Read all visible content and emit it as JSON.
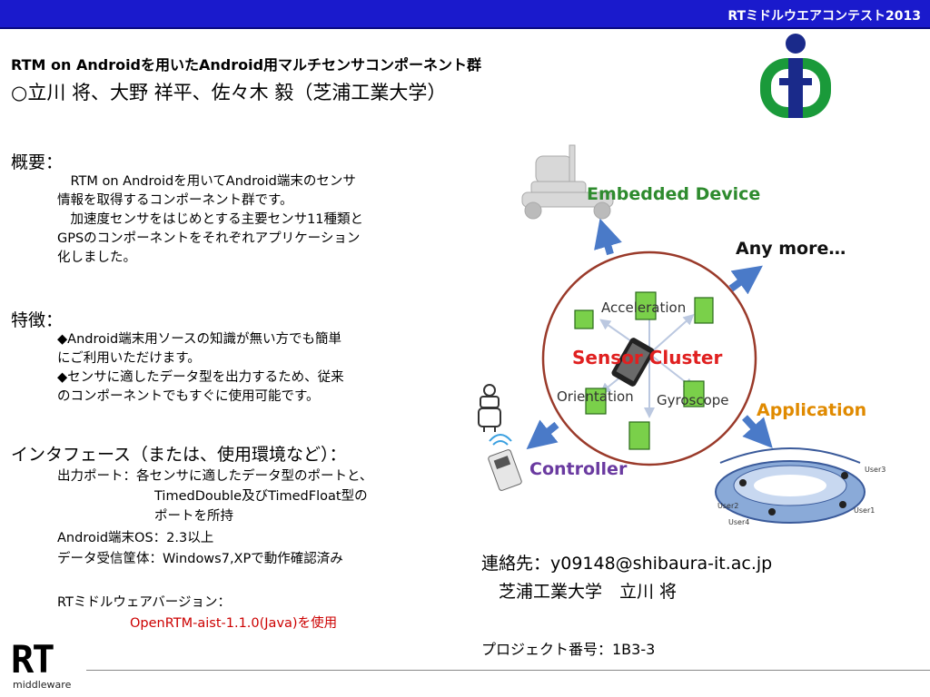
{
  "header": {
    "contest": "RTミドルウエアコンテスト2013"
  },
  "title": "RTM on Androidを用いたAndroid用マルチセンサコンポーネント群",
  "authors": "○立川 将、大野 祥平、佐々木 毅（芝浦工業大学）",
  "overview": {
    "heading": "概要：",
    "lines": [
      "　RTM on Androidを用いてAndroid端末のセンサ",
      "情報を取得するコンポーネント群です。",
      "　加速度センサをはじめとする主要センサ11種類と",
      "GPSのコンポーネントをそれぞれアプリケーション",
      "化しました。"
    ]
  },
  "features": {
    "heading": "特徴：",
    "lines": [
      "◆Android端末用ソースの知識が無い方でも簡単",
      "にご利用いただけます。",
      "◆センサに適したデータ型を出力するため、従来",
      "のコンポーネントでもすぐに使用可能です。"
    ]
  },
  "interface": {
    "heading": "インタフェース（または、使用環境など）：",
    "ports_line1": "出力ポート：各センサに適したデータ型のポートと、",
    "ports_line2": "TimedDouble及びTimedFloat型の",
    "ports_line3": "ポートを所持",
    "os": "Android端末OS：2.3以上",
    "verified": "データ受信筐体：Windows7,XPで動作確認済み",
    "version_label": "RTミドルウェアバージョン：",
    "version_value": "OpenRTM-aist-1.1.0(Java)を使用"
  },
  "diagram": {
    "center": "Sensor Cluster",
    "acceleration": "Acceleration",
    "orientation": "Orientation",
    "gyroscope": "Gyroscope",
    "embedded": "Embedded Device",
    "any_more": "Any more…",
    "application": "Application",
    "controller": "Controller",
    "user1": "User1",
    "user2": "User2",
    "user3": "User3",
    "user4": "User4",
    "colors": {
      "embedded": "#2e8b2e",
      "application": "#e08a00",
      "controller": "#6a3aa0",
      "center": "#e02020"
    }
  },
  "contact": {
    "line1": "連絡先：y09148@shibaura-it.ac.jp",
    "line2": "芝浦工業大学　立川 将",
    "project": "プロジェクト番号：1B3-3"
  },
  "logo": {
    "rt": "RT",
    "sub": "middleware"
  }
}
